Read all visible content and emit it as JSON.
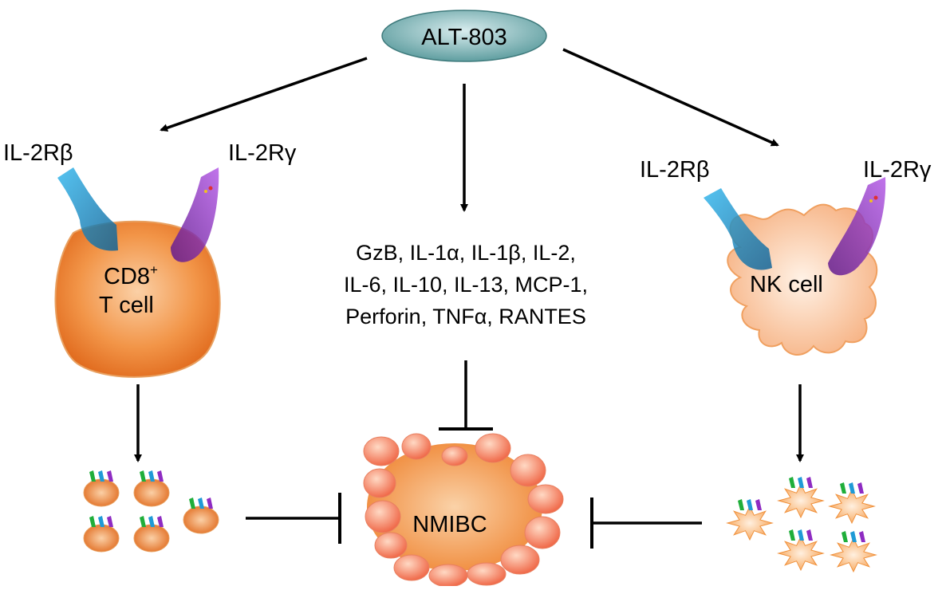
{
  "drug": {
    "label": "ALT-803",
    "color": "#5f9ea0"
  },
  "receptors": {
    "beta_label": "IL-2Rβ",
    "gamma_label": "IL-2Rγ",
    "beta_color": "#1f9ad6",
    "gamma_color": "#8e2bc2"
  },
  "t_cell": {
    "label_line1": "CD8",
    "label_sup": "+",
    "label_line2": "T cell",
    "color": "#ee7a2a"
  },
  "nk_cell": {
    "label": "NK cell",
    "color": "#f9c39a"
  },
  "cytokines": {
    "lines": [
      "GzB, IL-1α, IL-1β, IL-2,",
      "IL-6, IL-10, IL-13, MCP-1,",
      "Perforin, TNFα, RANTES"
    ]
  },
  "tumor": {
    "label": "NMIBC",
    "color": "#f07a5a"
  },
  "small_cell_colors": {
    "green": "#1fae3a",
    "blue": "#1f9ad6",
    "purple": "#8e2bc2"
  }
}
